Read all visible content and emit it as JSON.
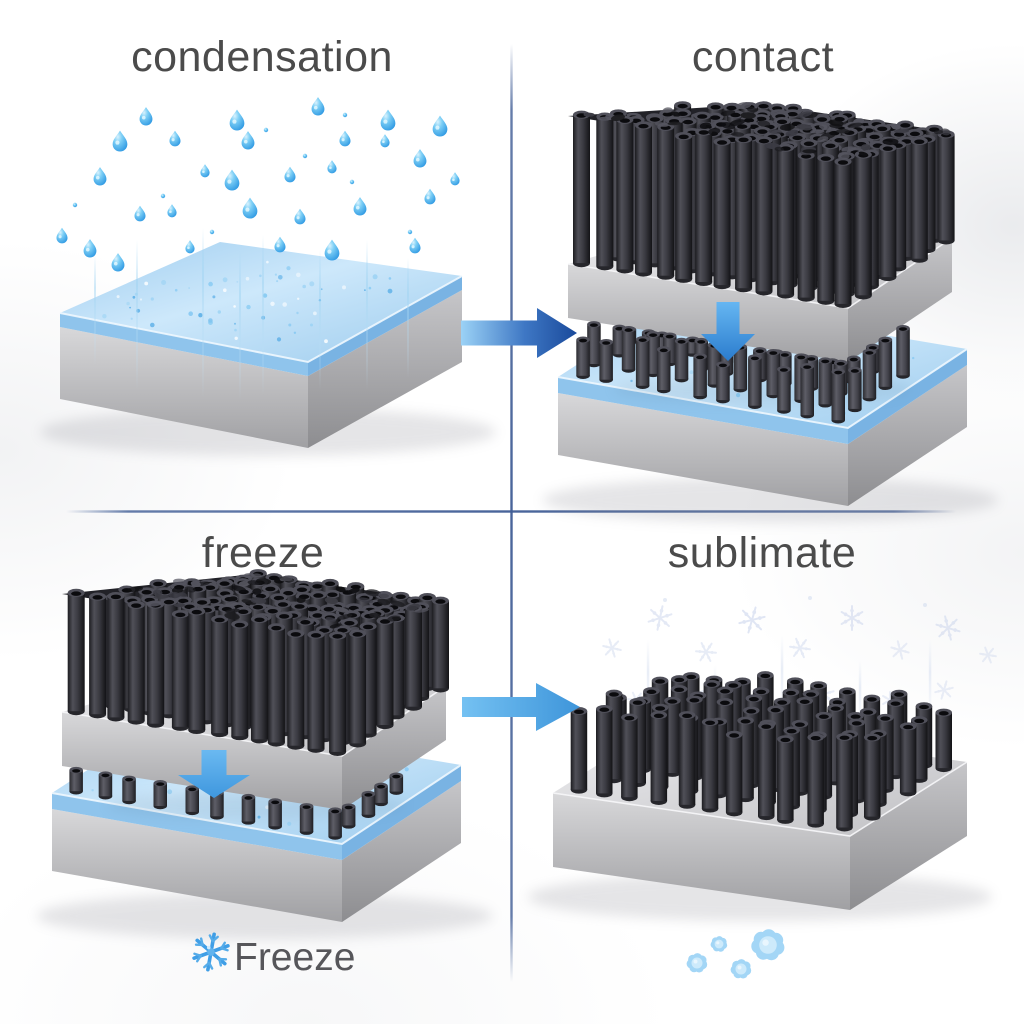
{
  "figure": {
    "panels": [
      {
        "id": "condensation",
        "title": "condensation",
        "art": "water-droplets-condensing-on-substrate"
      },
      {
        "id": "contact",
        "title": "contact",
        "art": "nanotube-stamp-pressed-onto-wet-substrate"
      },
      {
        "id": "freeze",
        "title": "freeze",
        "art": "nanotube-stamp-on-frozen-substrate"
      },
      {
        "id": "sublimate",
        "title": "sublimate",
        "art": "transferred-nanotube-array-ice-sublimating"
      }
    ],
    "arrows": [
      {
        "id": "condensation-to-contact",
        "direction": "right",
        "style": "light-to-dark-blue-gradient"
      },
      {
        "id": "contact-press",
        "direction": "down",
        "style": "blue"
      },
      {
        "id": "freeze-press",
        "direction": "down",
        "style": "light-blue"
      },
      {
        "id": "freeze-to-sublimate",
        "direction": "right",
        "style": "light-blue"
      }
    ],
    "footer": {
      "freeze_label": "Freeze",
      "freeze_icon": "snowflake-icon",
      "decoration": "snowflake-cluster"
    },
    "colors": {
      "title_text": "#4b4b4b",
      "label_text": "#56565a",
      "divider_blue": "#3f5c95",
      "arrow_gradient_start": "#9bd2f6",
      "arrow_gradient_end": "#1a4a9b",
      "arrow_light_blue": "#55abe9",
      "ice_blue": "#aed7f3",
      "droplet_blue": "#3aa2e8",
      "pillar_dark": "#2e2e34",
      "substrate_gray": "#b9b9bc",
      "snowflake_blue": "#8ecaf0",
      "faint_flake_blue": "#bcc9e8"
    }
  }
}
